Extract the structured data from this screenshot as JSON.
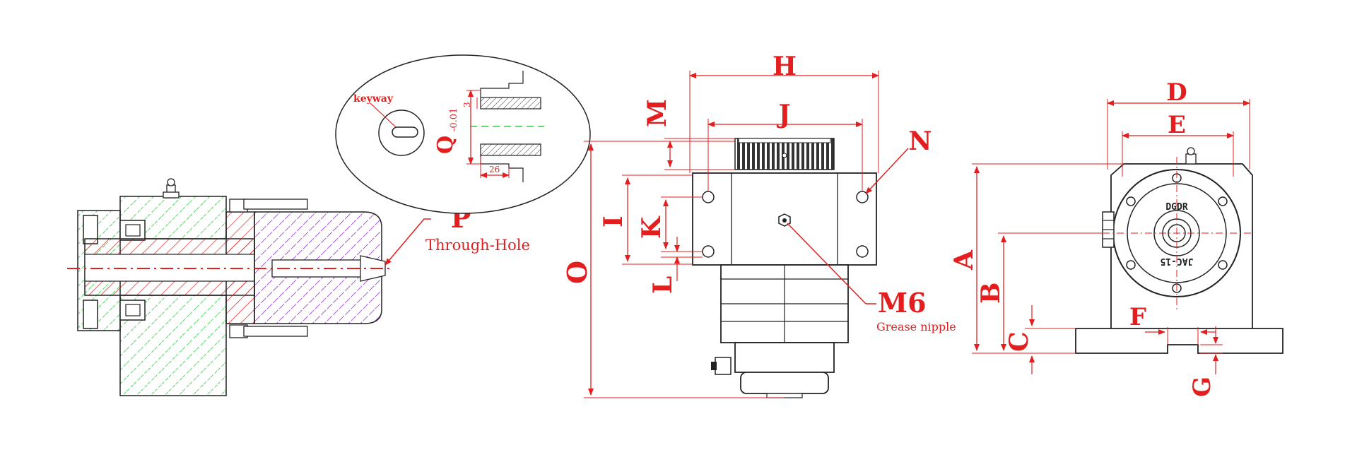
{
  "colors": {
    "annotation": "#e41e1e",
    "outline": "#222222",
    "hatch_green": "#2ecc40",
    "hatch_red": "#e41e1e",
    "hatch_purple": "#9b30d9",
    "centerline_green": "#2ecc40"
  },
  "section_view": {
    "label_p": "P",
    "label_through_hole": "Through-Hole"
  },
  "detail_view": {
    "label_keyway": "keyway",
    "label_q": "Q",
    "label_tolerance": "-0.01",
    "dim_3": "3",
    "dim_26": "26"
  },
  "side_view": {
    "label_h": "H",
    "label_j": "J",
    "label_m": "M",
    "label_n": "N",
    "label_i": "I",
    "label_k": "K",
    "label_l": "L",
    "label_o": "O",
    "label_m6": "M6",
    "label_grease": "Grease nipple"
  },
  "front_view": {
    "label_d": "D",
    "label_e": "E",
    "label_a": "A",
    "label_b": "B",
    "label_c": "C",
    "label_f": "F",
    "label_g": "G",
    "nameplate_top": "DGDR",
    "nameplate_bottom": "JAC-15"
  }
}
